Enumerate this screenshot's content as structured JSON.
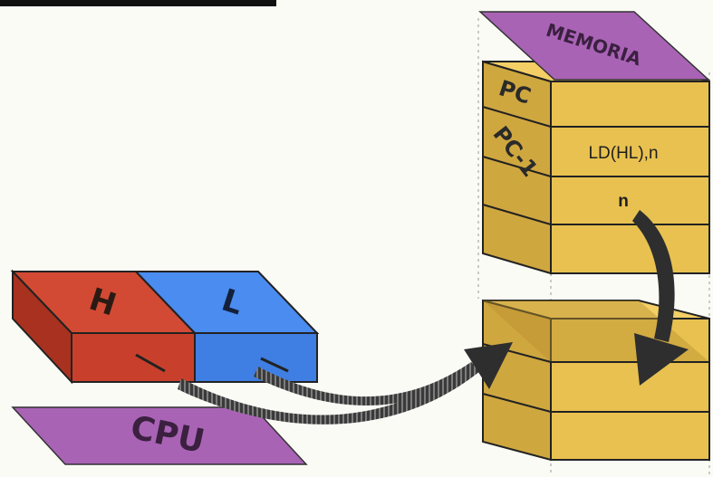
{
  "memory": {
    "title": "MEMORIA",
    "row_labels": {
      "pc": "PC",
      "pc_minus_1": "PC-1"
    },
    "cells": {
      "instruction": "LD(HL),n",
      "operand": "n"
    }
  },
  "cpu": {
    "title": "CPU",
    "registers": {
      "h": "H",
      "l": "L"
    }
  },
  "colors": {
    "register_h": "#c8402c",
    "register_l": "#3f7ee2",
    "memory_block": "#e8c150",
    "label_plate": "#a963b5",
    "arrow": "#2e2e2e"
  }
}
